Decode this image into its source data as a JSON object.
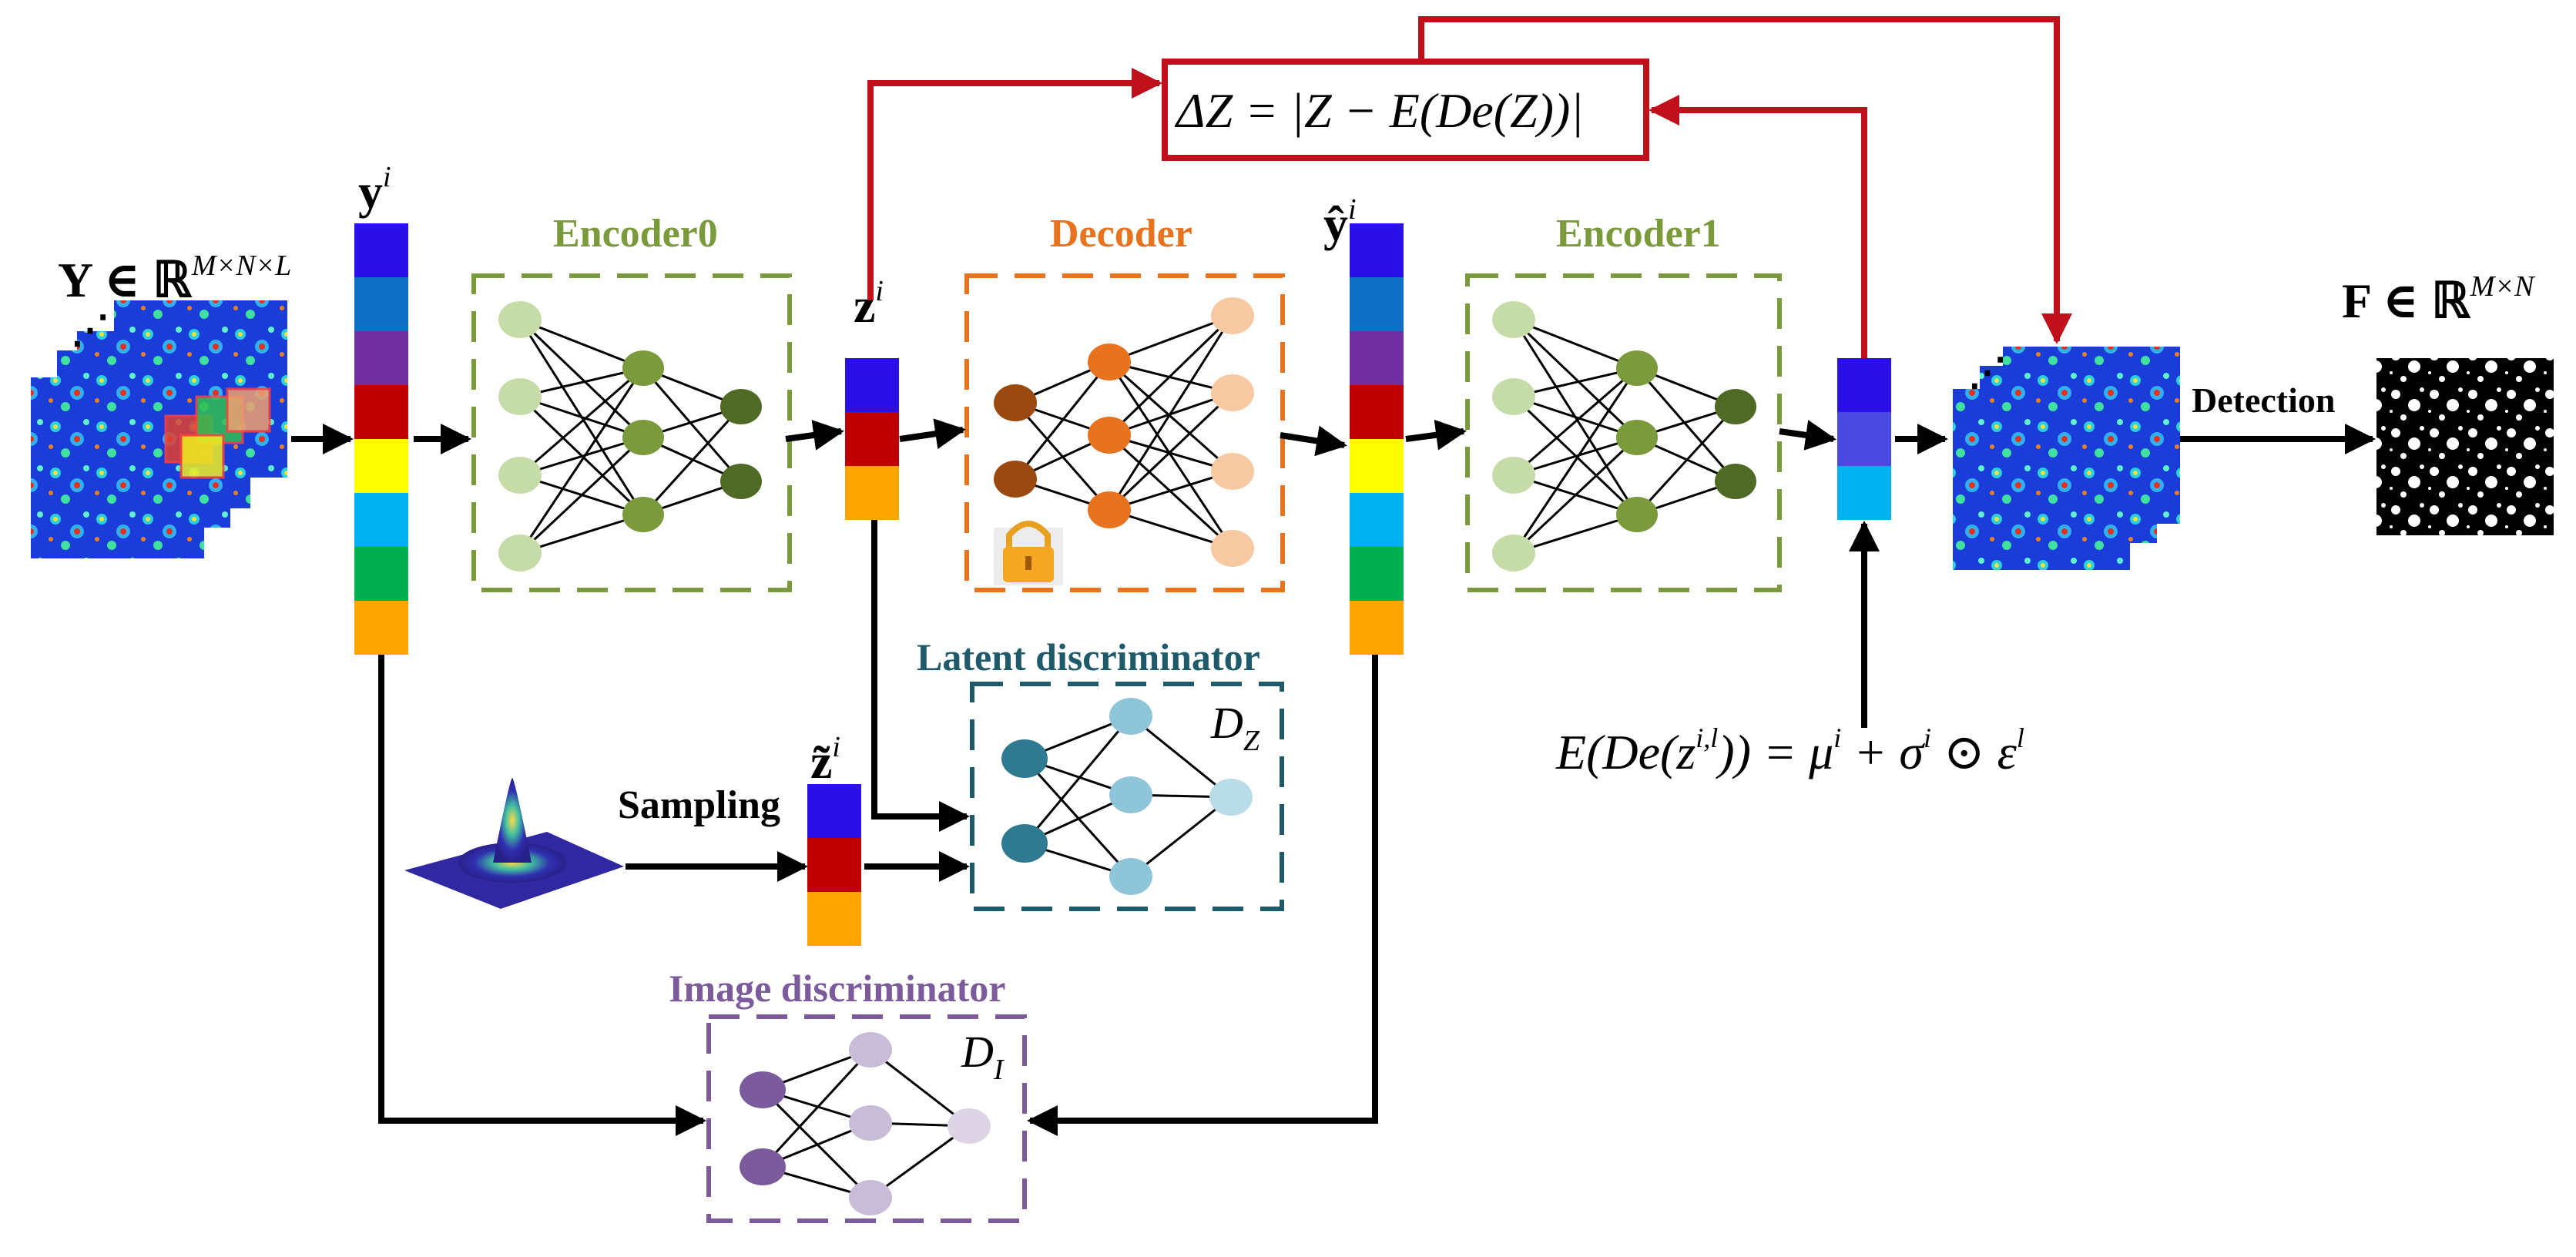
{
  "labels": {
    "input_tensor": "Y ∈ ℝ",
    "input_tensor_sup": "M×N×L",
    "y_i": "y",
    "y_i_sup": "i",
    "encoder0": "Encoder0",
    "z_i": "z",
    "z_i_sup": "i",
    "decoder": "Decoder",
    "y_hat_i": "ŷ",
    "y_hat_i_sup": "i",
    "encoder1": "Encoder1",
    "output_tensor": "F ∈ ℝ",
    "output_tensor_sup": "M×N",
    "detection": "Detection",
    "latent_disc": "Latent discriminator",
    "dz": "D",
    "dz_sub": "Z",
    "z_tilde_i": "z̃",
    "z_tilde_i_sup": "i",
    "sampling": "Sampling",
    "image_disc": "Image discriminator",
    "di": "D",
    "di_sub": "I"
  },
  "formulas": {
    "delta_z": "ΔZ = |Z − E(De(Z))|",
    "reparam_lhs": "E(De(z",
    "reparam_sup": "i,l",
    "reparam_mid": ")) = μ",
    "reparam_mu_sup": "i",
    "reparam_plus": " + σ",
    "reparam_sigma_sup": "i",
    "reparam_odot": " ⊙ ε",
    "reparam_eps_sup": "l"
  },
  "colors": {
    "encoder": "#7a9a3c",
    "decoder": "#e8731e",
    "latent_disc": "#1f5a6b",
    "image_disc": "#7b5b9b",
    "feedback_arrow": "#c0101c",
    "arrow": "#000000",
    "y_vector": [
      "#2a10e6",
      "#0e70c4",
      "#7030a0",
      "#c00000",
      "#ffff00",
      "#00b0f0",
      "#00b050",
      "#ffa500"
    ],
    "z_vector": [
      "#2a10e6",
      "#c00000",
      "#ffa500"
    ],
    "out_vector": [
      "#2a10e6",
      "#4a4ae0",
      "#00b0f0"
    ]
  },
  "icons": {
    "lock": "lock-icon",
    "gaussian": "gaussian-distribution-icon"
  }
}
